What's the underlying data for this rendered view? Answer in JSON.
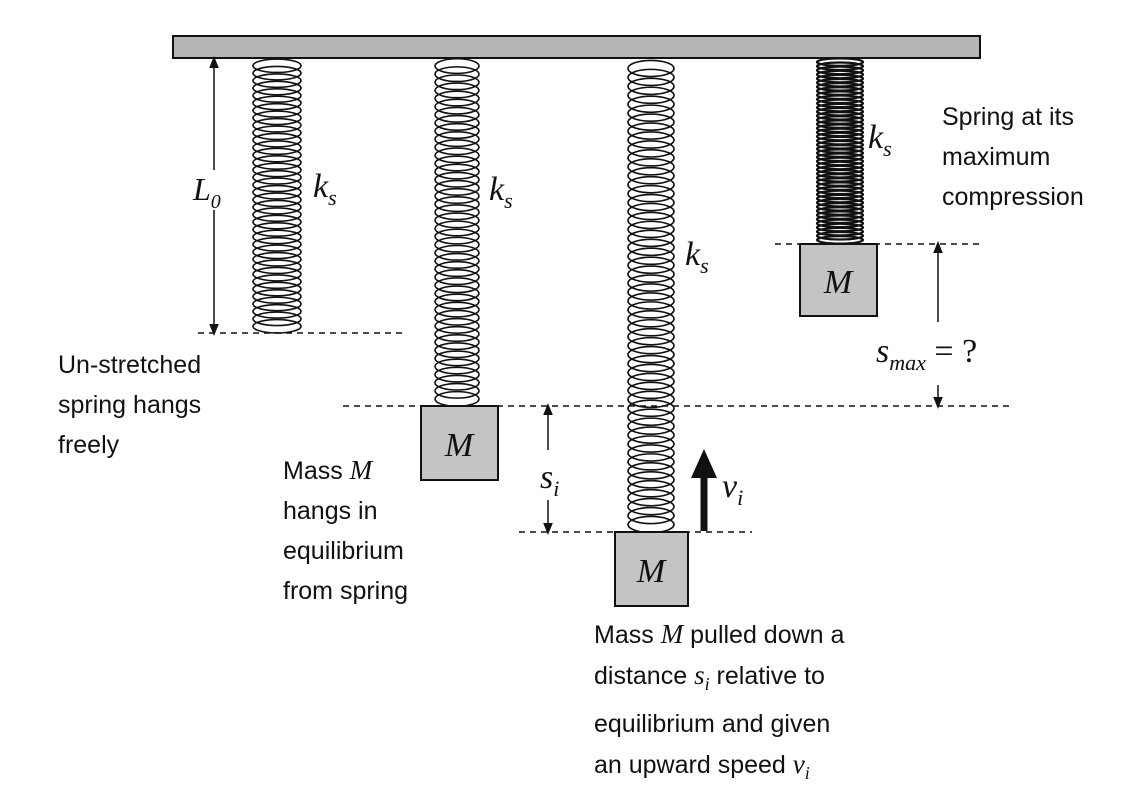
{
  "labels": {
    "L0": {
      "main": "L",
      "sub": "0"
    },
    "ks": {
      "main": "k",
      "sub": "s"
    },
    "mass": "M",
    "si": {
      "main": "s",
      "sub": "i"
    },
    "vi": {
      "main": "v",
      "sub": "i"
    },
    "smax": {
      "main": "s",
      "sub": "max",
      "suffix": " = ?"
    }
  },
  "captions": {
    "unstretched": [
      "Un-stretched",
      "spring hangs",
      "freely"
    ],
    "equilibrium": {
      "line1_text": "Mass ",
      "line1_math": "M",
      "rest": [
        "hangs in",
        "equilibrium",
        "from spring"
      ]
    },
    "pulled": {
      "line1_text": "Mass ",
      "line1_math": "M",
      "line1_tail": " pulled down a",
      "line2_text": "distance ",
      "line2_math": "s",
      "line2_sub": "i",
      "line2_tail": " relative to",
      "line3": "equilibrium and given",
      "line4_text": "an upward speed ",
      "line4_math": "v",
      "line4_sub": "i"
    },
    "compression": [
      "Spring at its",
      "maximum",
      "compression"
    ]
  },
  "colors": {
    "ceiling": "#b5b5b5",
    "mass_fill": "#c4c4c4",
    "stroke": "#111111",
    "background": "#ffffff"
  }
}
